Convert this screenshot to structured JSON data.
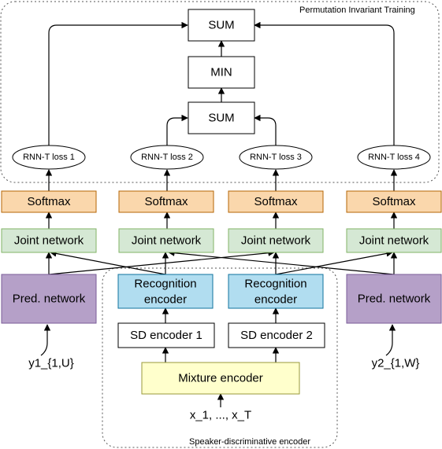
{
  "regions": {
    "pit_label": "Permutation Invariant Training",
    "sd_label": "Speaker-discriminative encoder"
  },
  "boxes": {
    "sum_top": "SUM",
    "min": "MIN",
    "sum_mid": "SUM",
    "softmax_1": "Softmax",
    "softmax_2": "Softmax",
    "softmax_3": "Softmax",
    "softmax_4": "Softmax",
    "joint_1": "Joint network",
    "joint_2": "Joint network",
    "joint_3": "Joint network",
    "joint_4": "Joint network",
    "pred_left": "Pred. network",
    "pred_right": "Pred. network",
    "rec_enc_1": [
      "Recognition",
      "encoder"
    ],
    "rec_enc_2": [
      "Recognition",
      "encoder"
    ],
    "sd_enc_1": "SD encoder 1",
    "sd_enc_2": "SD encoder 2",
    "mixture": "Mixture encoder"
  },
  "losses": {
    "loss_1": "RNN-T loss 1",
    "loss_2": "RNN-T loss 2",
    "loss_3": "RNN-T loss 3",
    "loss_4": "RNN-T loss 4"
  },
  "inputs": {
    "y1": "y1_{1,U}",
    "y2": "y2_{1,W}",
    "x": "x_1, ..., x_T"
  },
  "colors": {
    "softmax_fill": "#fad7ac",
    "softmax_stroke": "#b46504",
    "joint_fill": "#d5e8d4",
    "joint_stroke": "#82b366",
    "pred_fill": "#b5a0c8",
    "pred_stroke": "#7a5c99",
    "rec_fill": "#b1ddf0",
    "rec_stroke": "#10739e",
    "mixture_fill": "#ffffcc",
    "mixture_stroke": "#9a9a3a",
    "plain_fill": "#ffffff",
    "plain_stroke": "#000000"
  }
}
